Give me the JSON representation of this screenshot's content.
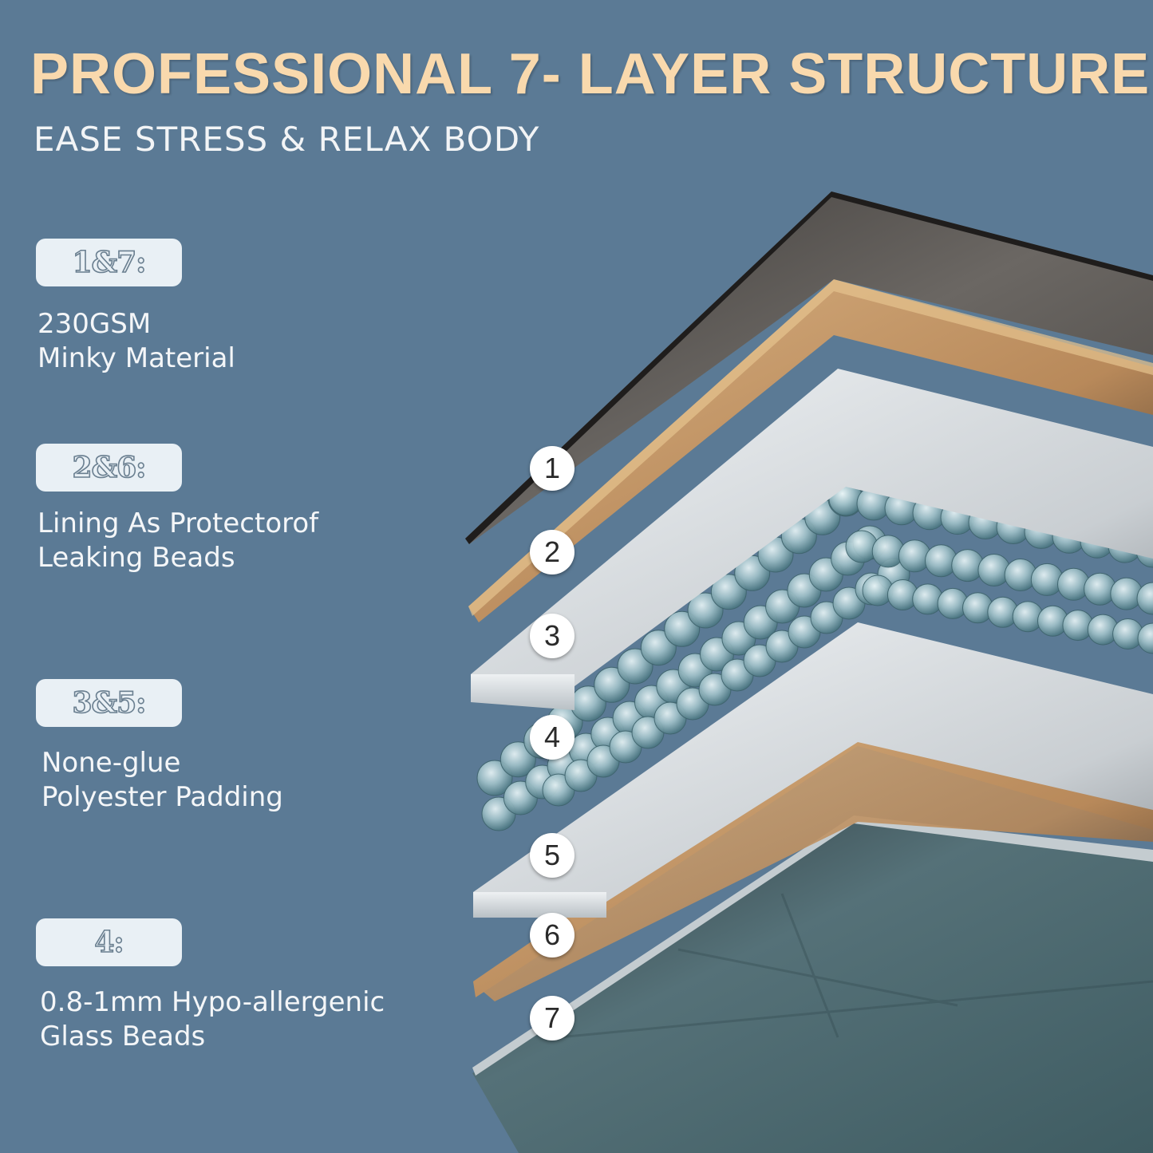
{
  "header": {
    "title": "PROFESSIONAL 7- LAYER STRUCTURE",
    "subtitle": "EASE STRESS & RELAX BODY"
  },
  "legend": [
    {
      "badge": "1&7:",
      "lines": [
        "230GSM",
        "Minky Material"
      ]
    },
    {
      "badge": "2&6:",
      "lines": [
        "Lining As Protectorof",
        "Leaking Beads"
      ]
    },
    {
      "badge": "3&5:",
      "lines": [
        "None-glue",
        "Polyester Padding"
      ]
    },
    {
      "badge": "4:",
      "lines": [
        "0.8-1mm Hypo-allergenic",
        "Glass Beads"
      ]
    }
  ],
  "layer_numbers": [
    "1",
    "2",
    "3",
    "4",
    "5",
    "6",
    "7"
  ],
  "colors": {
    "background": "#5b7a95",
    "title": "#f9d9ad",
    "minky_top": "#4a4744",
    "lining": "#c59a6a",
    "padding": "#dde3e7",
    "beads": "#8fb3bd",
    "minky_bottom": "#3f5c62"
  }
}
